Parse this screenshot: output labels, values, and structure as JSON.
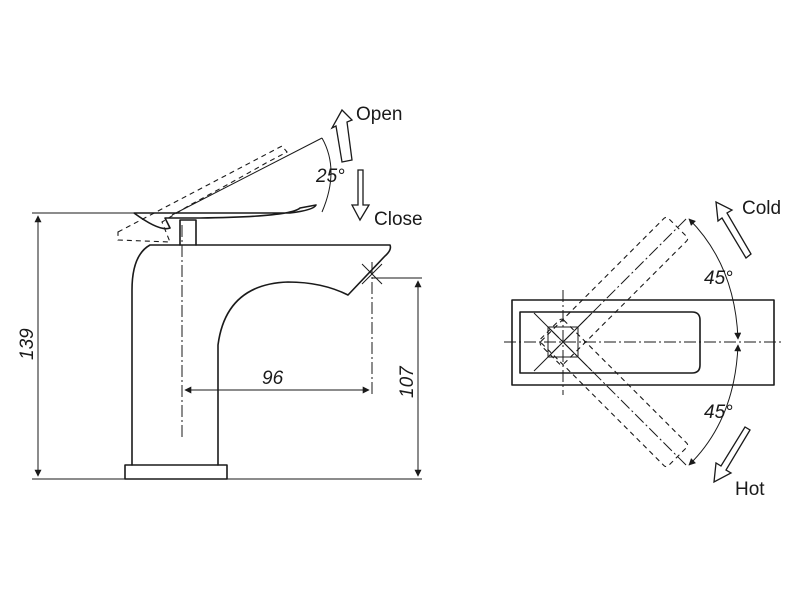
{
  "side_view": {
    "dim_total_height": "139",
    "dim_spout_reach": "96",
    "dim_spout_height": "107",
    "lever_angle": "25°",
    "open_label": "Open",
    "close_label": "Close"
  },
  "top_view": {
    "cold_label": "Cold",
    "hot_label": "Hot",
    "cold_angle": "45°",
    "hot_angle": "45°"
  }
}
